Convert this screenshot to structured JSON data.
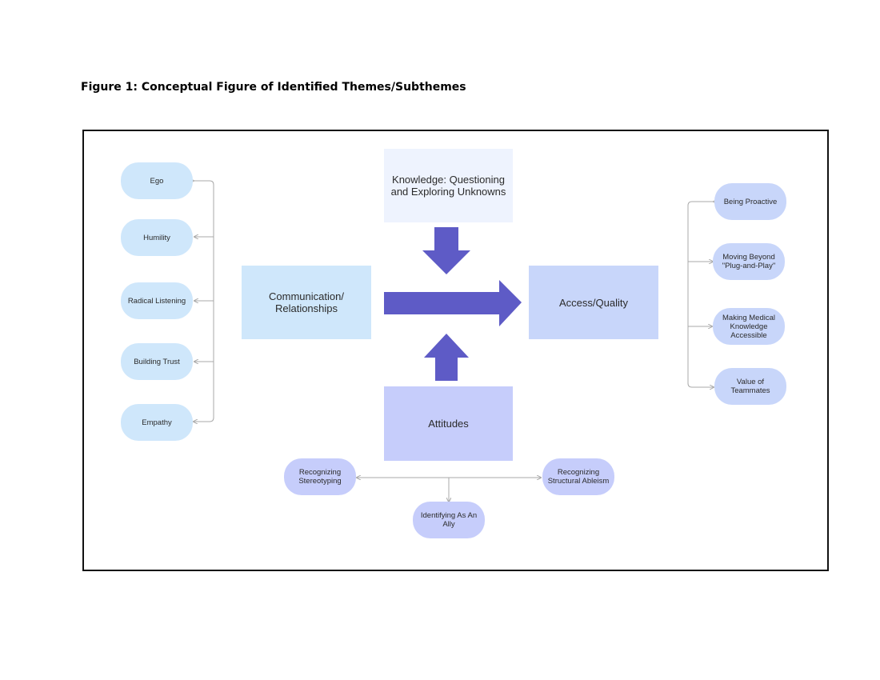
{
  "figure": {
    "title": "Figure 1: Conceptual Figure of Identified Themes/Subthemes"
  },
  "themes": {
    "knowledge": "Knowledge: Questioning and Exploring Unknowns",
    "communication": "Communication/ Relationships",
    "access": "Access/Quality",
    "attitudes": "Attitudes"
  },
  "communication_subthemes": [
    "Ego",
    "Humility",
    "Radical Listening",
    "Building Trust",
    "Empathy"
  ],
  "access_subthemes": [
    "Being Proactive",
    "Moving Beyond \"Plug-and-Play\"",
    "Making Medical Knowledge Accessible",
    "Value of Teammates"
  ],
  "attitudes_subthemes": [
    "Recognizing Stereotyping",
    "Identifying As An Ally",
    "Recognizing Structural Ableism"
  ],
  "colors": {
    "arrow": "#5e5bc6",
    "connector": "#a8a8a8",
    "communication_fill": "#cfe7fb",
    "access_fill": "#c8d6fa",
    "attitudes_fill": "#c6cdfb",
    "knowledge_fill": "#eef3fe"
  }
}
